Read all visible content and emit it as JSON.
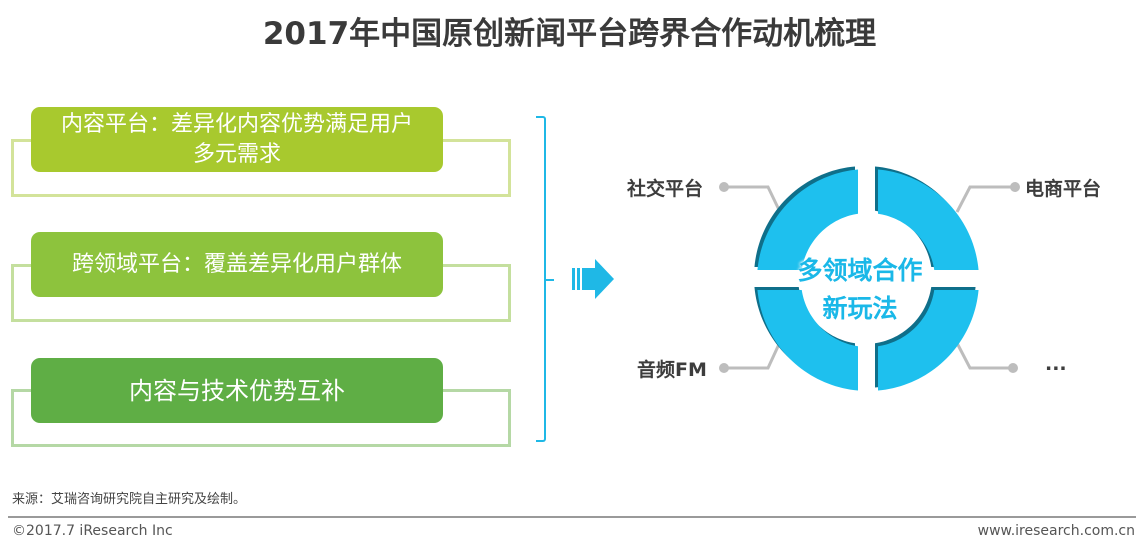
{
  "title": "2017年中国原创新闻平台跨界合作动机梳理",
  "motives": [
    {
      "line1": "内容平台：差异化内容优势满足用户",
      "line2": "多元需求",
      "color": "#a8c92e",
      "frame_color": "#d3e39a"
    },
    {
      "line1": "跨领域平台：覆盖差异化用户群体",
      "line2": "",
      "color": "#8dc33d",
      "frame_color": "#c4df9e"
    },
    {
      "line1": "内容与技术优势互补",
      "line2": "",
      "color": "#5fae45",
      "frame_color": "#b5d8a5"
    }
  ],
  "center": {
    "line1": "多领域合作",
    "line2": "新玩法",
    "color": "#1ec0ee",
    "shadow": "#0f6f8a"
  },
  "partners": {
    "top_left": "社交平台",
    "top_right": "电商平台",
    "bottom_left": "音频FM",
    "bottom_right": "..."
  },
  "accent_color": "#1fb8e6",
  "footer": {
    "source": "来源：艾瑞咨询研究院自主研究及绘制。",
    "copyright": "©2017.7 iResearch Inc",
    "website": "www.iresearch.com.cn"
  }
}
